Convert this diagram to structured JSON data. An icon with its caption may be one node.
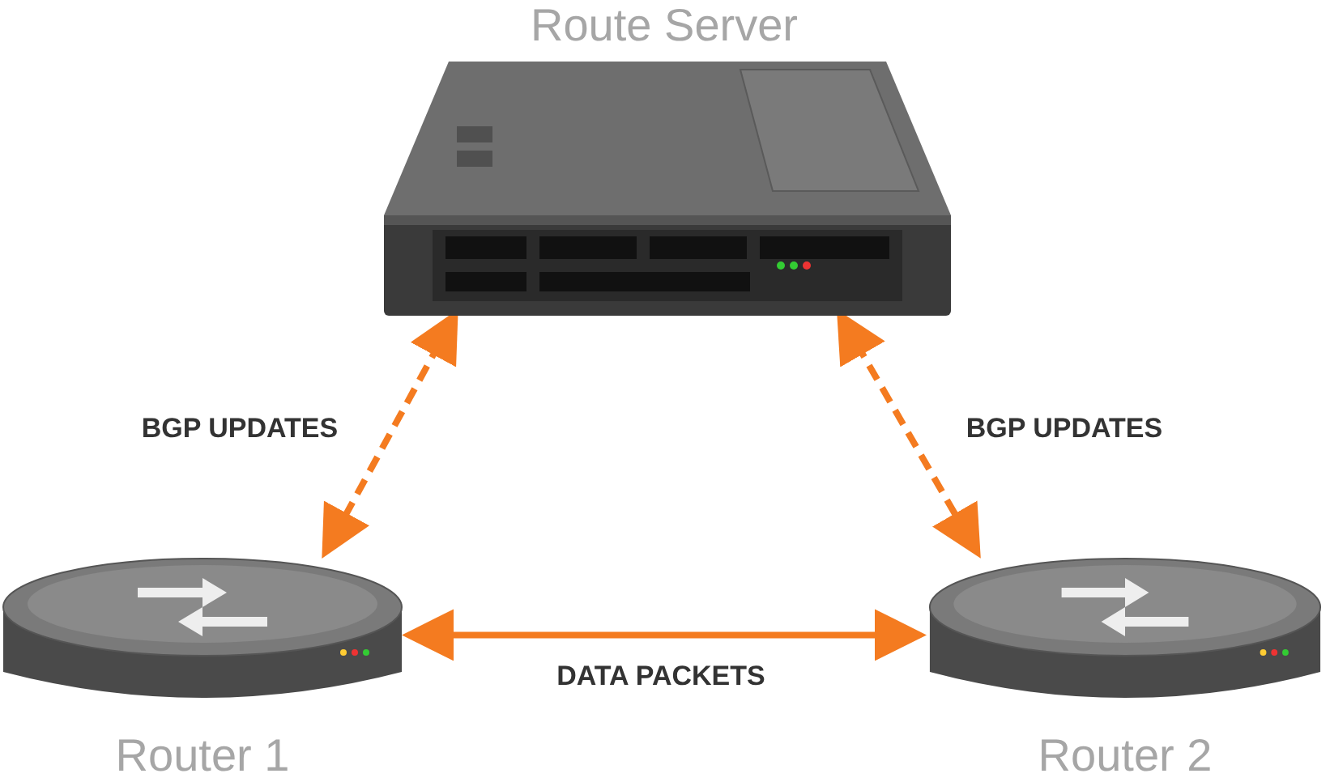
{
  "diagram": {
    "nodes": [
      {
        "text": [
          "Route Server"
        ]
      },
      {
        "text": [
          "Router 1"
        ]
      },
      {
        "text": [
          "Router 2"
        ]
      }
    ],
    "edges": [
      {
        "from": 0,
        "to": 1,
        "arrow": "both",
        "label": "BGP UPDATES",
        "style": "dashed"
      },
      {
        "from": 0,
        "to": 2,
        "arrow": "both",
        "label": "BGP UPDATES",
        "style": "dashed"
      },
      {
        "from": 1,
        "to": 2,
        "arrow": "both",
        "label": "DATA PACKETS"
      }
    ]
  }
}
